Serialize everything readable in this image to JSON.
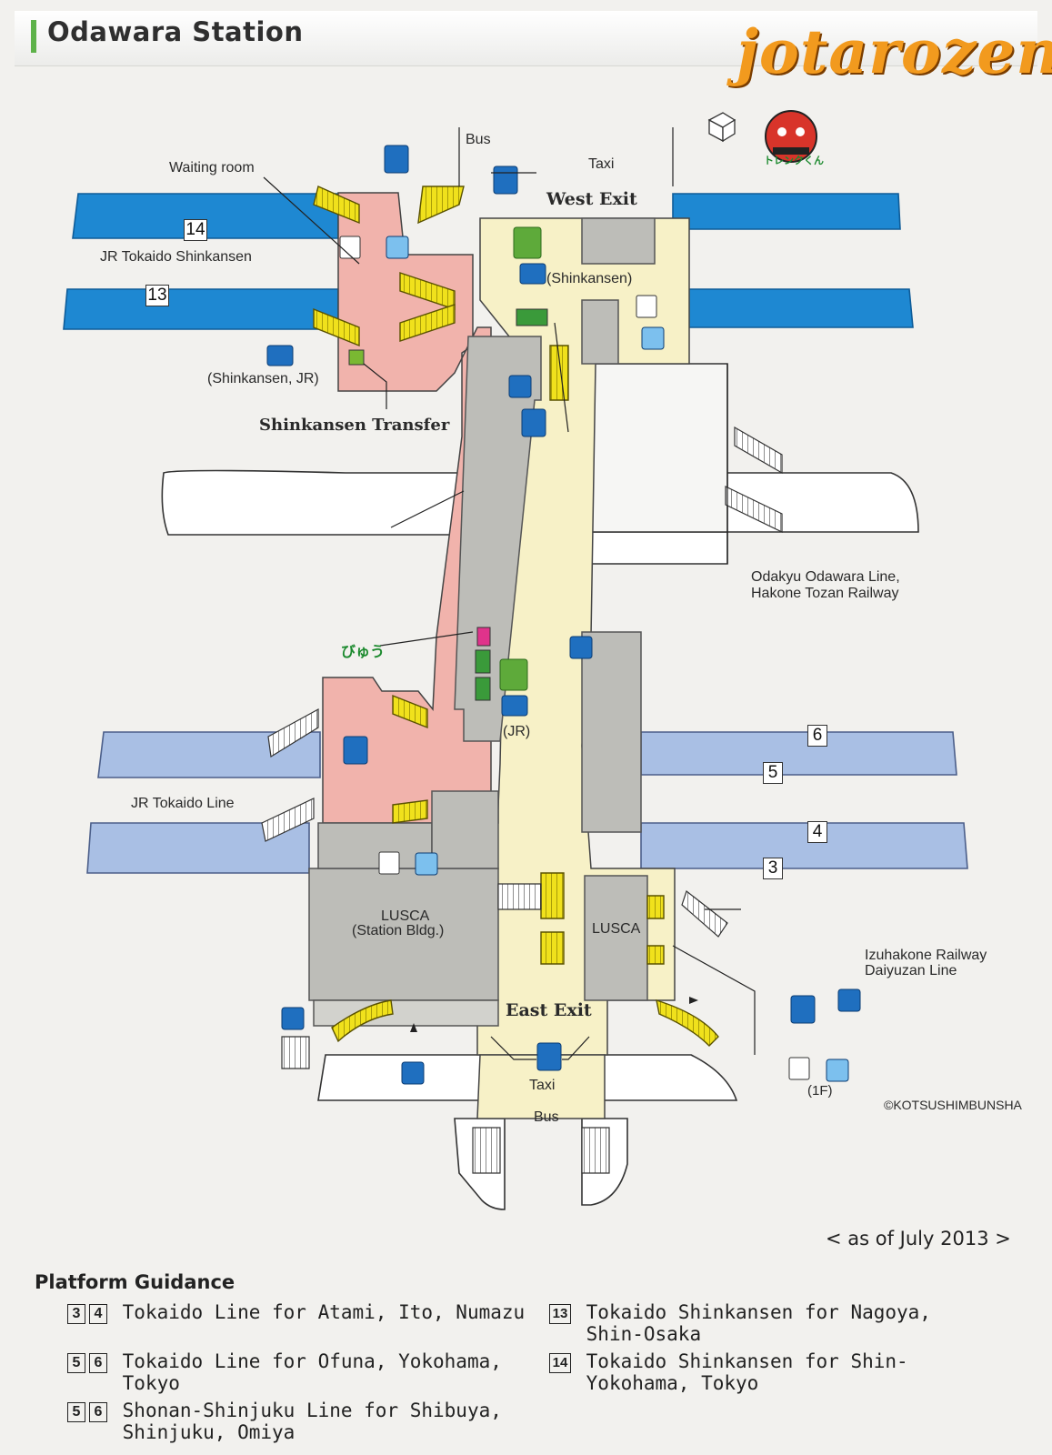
{
  "page": {
    "title": "Odawara Station",
    "watermark": "jotarozen"
  },
  "map": {
    "labels": {
      "bus_top": "Bus",
      "taxi_top": "Taxi",
      "west_exit": "West Exit",
      "waiting_room": "Waiting room",
      "jr_tokaido_shinkansen": "JR Tokaido Shinkansen",
      "shinkansen_ticket": "(Shinkansen)",
      "shinkansen_jr": "(Shinkansen, JR)",
      "shinkansen_transfer": "Shinkansen Transfer",
      "odakyu_line": "Odakyu Odawara Line,",
      "hakone_tozan": "Hakone Tozan Railway",
      "jr_tokaido_line": "JR Tokaido Line",
      "jr_ticket": "(JR)",
      "lusca_station_bldg_1": "LUSCA",
      "lusca_station_bldg_2": "(Station Bldg.)",
      "lusca_east": "LUSCA",
      "izuhakone_1": "Izuhakone Railway",
      "izuhakone_2": "Daiyuzan Line",
      "east_exit": "East Exit",
      "taxi_bottom": "Taxi",
      "bus_bottom": "Bus",
      "first_floor": "(1F)",
      "copyright": "©KOTSUSHIMBUNSHA",
      "viewplaza": "びゅう",
      "mascot": "トレンクくん"
    },
    "platforms": [
      "14",
      "13",
      "6",
      "5",
      "4",
      "3"
    ],
    "colors": {
      "shinkansen_track": "#1e88d2",
      "tokaido_track": "#a9bfe4",
      "concourse": "#f7f1c7",
      "transfer": "#f1b3ac",
      "building": "#bdbdb8",
      "escalator": "#f0e11c",
      "icon_blue": "#1f6fbf"
    }
  },
  "as_of": "< as of July 2013 >",
  "guidance": {
    "title": "Platform Guidance",
    "items": [
      {
        "platforms": [
          "3",
          "4"
        ],
        "text": "Tokaido Line for Atami, Ito, Numazu"
      },
      {
        "platforms": [
          "5",
          "6"
        ],
        "text": "Tokaido Line for Ofuna, Yokohama,\nTokyo"
      },
      {
        "platforms": [
          "5",
          "6"
        ],
        "text": "Shonan-Shinjuku Line for Shibuya,\nShinjuku, Omiya"
      },
      {
        "platforms": [
          "13"
        ],
        "text": "Tokaido Shinkansen for Nagoya,\nShin-Osaka"
      },
      {
        "platforms": [
          "14"
        ],
        "text": "Tokaido Shinkansen for Shin-\nYokohama, Tokyo"
      }
    ]
  }
}
